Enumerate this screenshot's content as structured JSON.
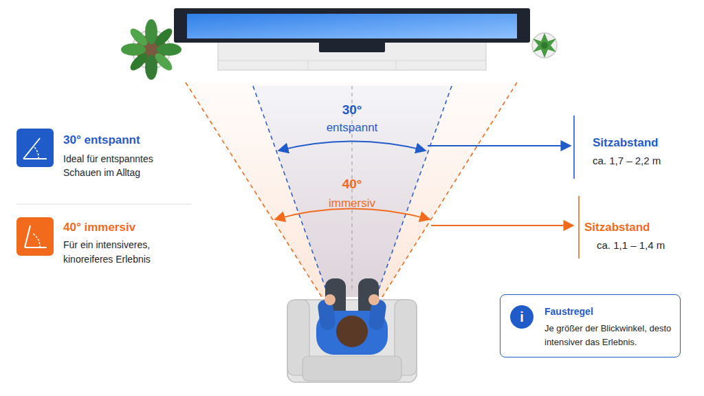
{
  "diagram": {
    "nodes": [
      {
        "text": [
          "Faustregel",
          "Je größer der Blickwinkel, desto intensiver das Erlebnis."
        ]
      },
      {
        "text": [
          "i"
        ],
        "in": 0
      }
    ],
    "labels": [
      "30°",
      "entspannt",
      "40°",
      "immersiv",
      "30° entspannt",
      "Ideal für entspanntes Schauen im Alltag",
      "40° immersiv",
      "Für ein intensiveres, kinoreiferes Erlebnis",
      "Sitzabstand",
      "ca. 1,7 – 2,2 m",
      "Sitzabstand",
      "ca. 1,1 – 1,4 m"
    ]
  }
}
